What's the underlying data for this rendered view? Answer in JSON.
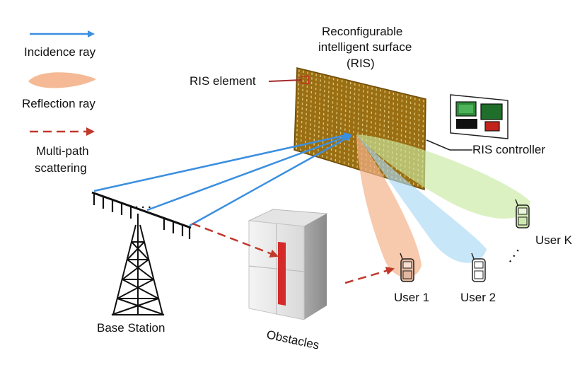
{
  "legend": {
    "incidence": "Incidence ray",
    "reflection": "Reflection ray",
    "multipath_line1": "Multi-path",
    "multipath_line2": "scattering"
  },
  "labels": {
    "ris_title_line1": "Reconfigurable",
    "ris_title_line2": "intelligent surface",
    "ris_title_line3": "(RIS)",
    "ris_element": "RIS element",
    "ris_controller": "RIS controller",
    "base_station": "Base Station",
    "obstacles": "Obstacles",
    "user1": "User 1",
    "user2": "User 2",
    "userk": "User K",
    "antenna_dots": "· · ·",
    "user_dots": "· · ·"
  },
  "colors": {
    "incidence": "#3b8fe0",
    "reflection_user1": "#f4b28a",
    "reflection_user2": "#a9d8f2",
    "reflection_userk": "#c9eaa2",
    "multipath": "#c0392b",
    "ris_panel": "#9a6e12",
    "ris_dots": "#e9d48a",
    "obstacle_stripe": "#d42a2a"
  }
}
